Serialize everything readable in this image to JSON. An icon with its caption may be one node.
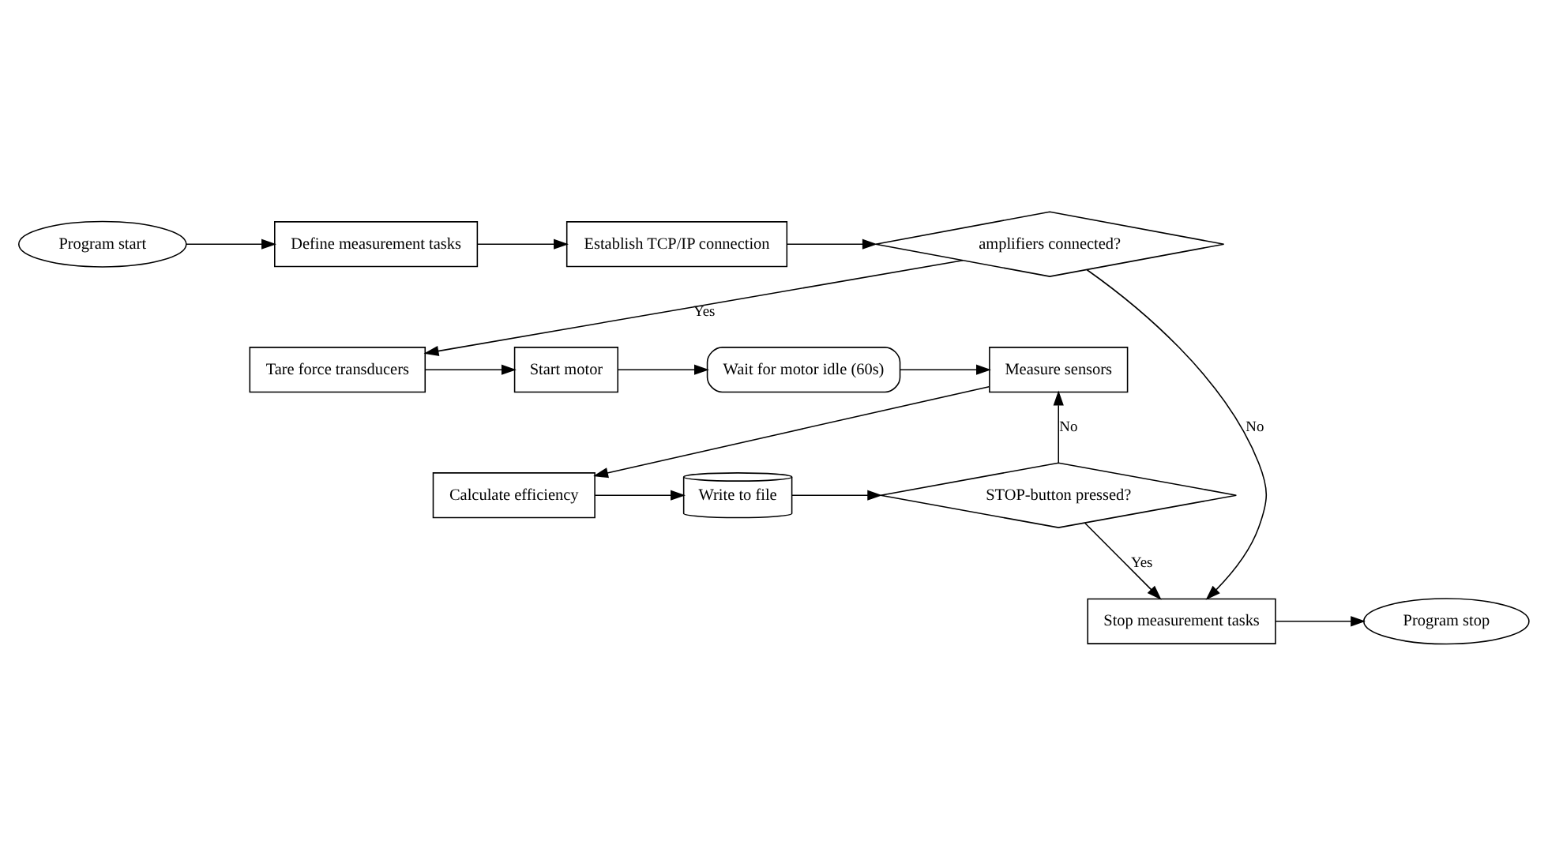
{
  "diagram": {
    "nodes": [
      {
        "text": [
          "Program start"
        ]
      },
      {
        "text": [
          "Define measurement tasks"
        ]
      },
      {
        "text": [
          "Establish TCP/IP connection"
        ]
      },
      {
        "text": [
          "amplifiers connected?"
        ]
      },
      {
        "text": [
          "Tare force transducers"
        ]
      },
      {
        "text": [
          "Start motor"
        ]
      },
      {
        "text": [
          "Wait for motor idle (60s)"
        ]
      },
      {
        "text": [
          "Measure sensors"
        ]
      },
      {
        "text": [
          "Calculate efficiency"
        ]
      },
      {
        "text": [
          "Write to file"
        ]
      },
      {
        "text": [
          "STOP-button pressed?"
        ]
      },
      {
        "text": [
          "Stop measurement tasks"
        ]
      },
      {
        "text": [
          "Program stop"
        ]
      }
    ],
    "edges": [
      {
        "from": 0,
        "to": 1,
        "arrow": "to"
      },
      {
        "from": 1,
        "to": 2,
        "arrow": "to"
      },
      {
        "from": 2,
        "to": 3,
        "arrow": "to"
      },
      {
        "from": 3,
        "to": 4,
        "arrow": "to",
        "label": "Yes"
      },
      {
        "from": 3,
        "to": 11,
        "arrow": "to",
        "label": "No"
      },
      {
        "from": 4,
        "to": 5,
        "arrow": "to"
      },
      {
        "from": 5,
        "to": 6,
        "arrow": "to"
      },
      {
        "from": 6,
        "to": 7,
        "arrow": "to"
      },
      {
        "from": 7,
        "to": 8,
        "arrow": "to"
      },
      {
        "from": 8,
        "to": 9,
        "arrow": "to"
      },
      {
        "from": 9,
        "to": 10,
        "arrow": "to"
      },
      {
        "from": 10,
        "to": 7,
        "arrow": "to",
        "label": "No"
      },
      {
        "from": 10,
        "to": 11,
        "arrow": "to",
        "label": "Yes"
      },
      {
        "from": 11,
        "to": 12,
        "arrow": "to"
      }
    ]
  }
}
